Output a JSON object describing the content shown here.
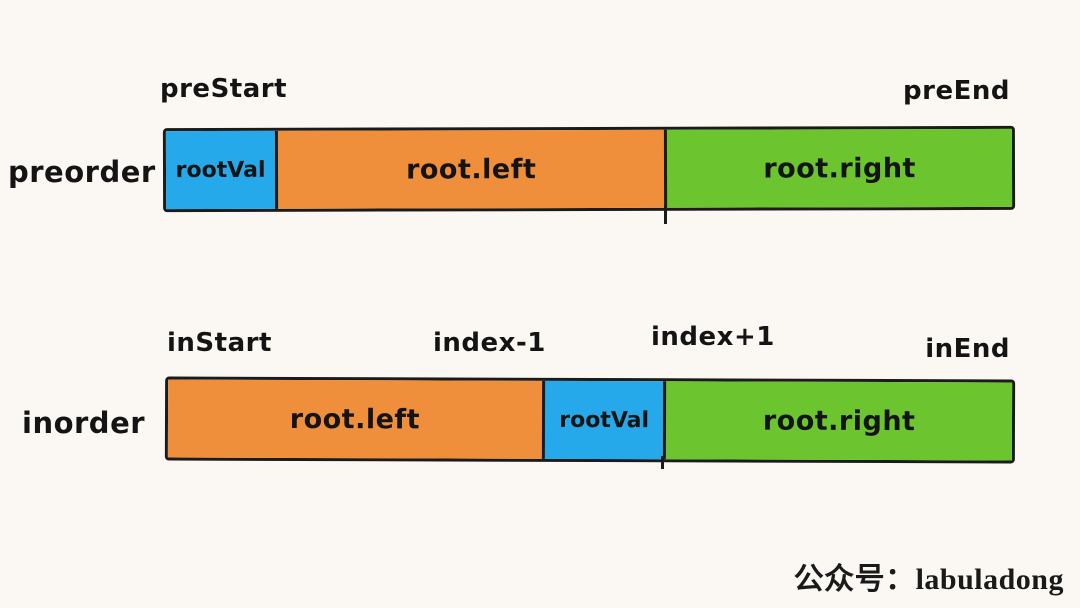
{
  "colors": {
    "background": "#FBF8F3",
    "blue": "#25A9EA",
    "orange": "#EF8E3B",
    "green": "#6CC42F",
    "outline": "#1B1B1B",
    "text": "#141414"
  },
  "preorder_row": {
    "label": "preorder",
    "start_pointer": "preStart",
    "end_pointer": "preEnd",
    "segments": [
      {
        "label": "rootVal",
        "color": "blue",
        "width_pct": 12.9
      },
      {
        "label": "root.left",
        "color": "orange",
        "width_pct": 46.0
      },
      {
        "label": "root.right",
        "color": "green",
        "width_pct": 41.1
      }
    ]
  },
  "inorder_row": {
    "label": "inorder",
    "pointers": {
      "start": "inStart",
      "index_minus_one": "index-1",
      "index_plus_one": "index+1",
      "end": "inEnd"
    },
    "segments": [
      {
        "label": "root.left",
        "color": "orange",
        "width_pct": 44.3
      },
      {
        "label": "rootVal",
        "color": "blue",
        "width_pct": 14.4
      },
      {
        "label": "root.right",
        "color": "green",
        "width_pct": 41.3
      }
    ]
  },
  "watermark": "公众号：labuladong"
}
